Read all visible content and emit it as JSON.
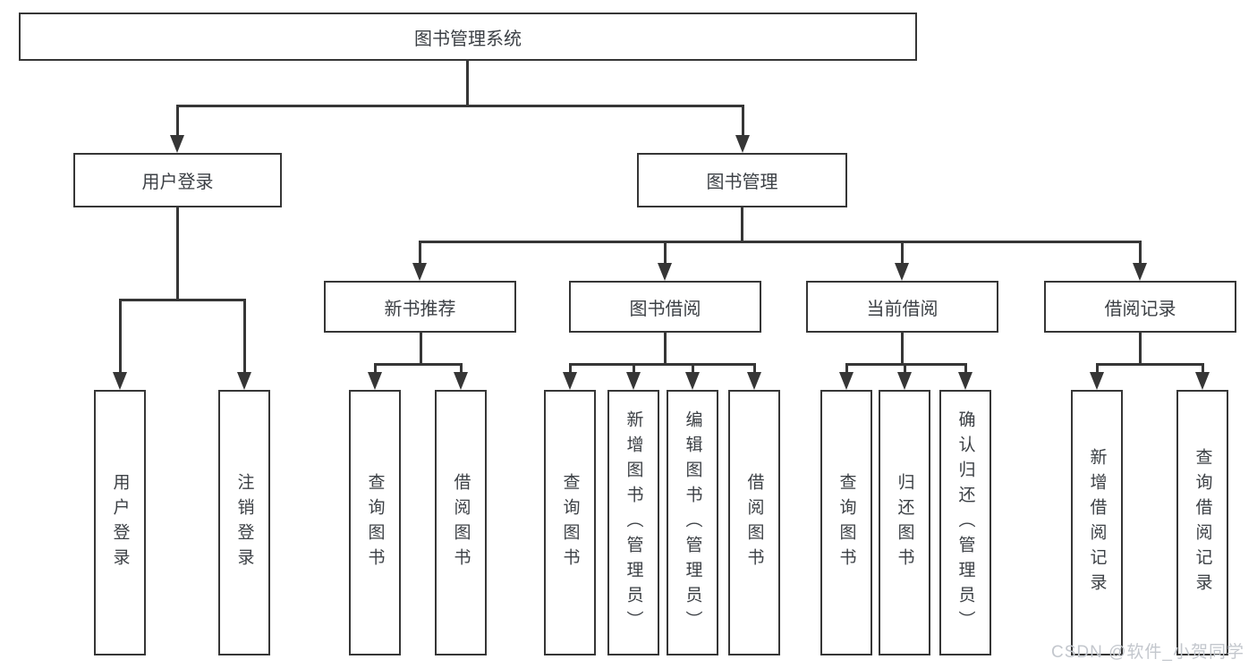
{
  "diagram": {
    "root": {
      "label": "图书管理系统"
    },
    "modules": [
      {
        "label": "用户登录",
        "children": [
          {
            "label": "用户登录"
          },
          {
            "label": "注销登录"
          }
        ]
      },
      {
        "label": "图书管理",
        "children": [
          {
            "label": "新书推荐",
            "children": [
              {
                "label": "查询图书"
              },
              {
                "label": "借阅图书"
              }
            ]
          },
          {
            "label": "图书借阅",
            "children": [
              {
                "label": "查询图书"
              },
              {
                "label": "新增图书（管理员）"
              },
              {
                "label": "编辑图书（管理员）"
              },
              {
                "label": "借阅图书"
              }
            ]
          },
          {
            "label": "当前借阅",
            "children": [
              {
                "label": "查询图书"
              },
              {
                "label": "归还图书"
              },
              {
                "label": "确认归还（管理员）"
              }
            ]
          },
          {
            "label": "借阅记录",
            "children": [
              {
                "label": "新增借阅记录"
              },
              {
                "label": "查询借阅记录"
              }
            ]
          }
        ]
      }
    ],
    "watermark": {
      "text": "CSDN @软件_小贺同学"
    },
    "colors": {
      "line": "#363636",
      "text": "#3c4045",
      "watermark": "#c3c7cd"
    }
  }
}
